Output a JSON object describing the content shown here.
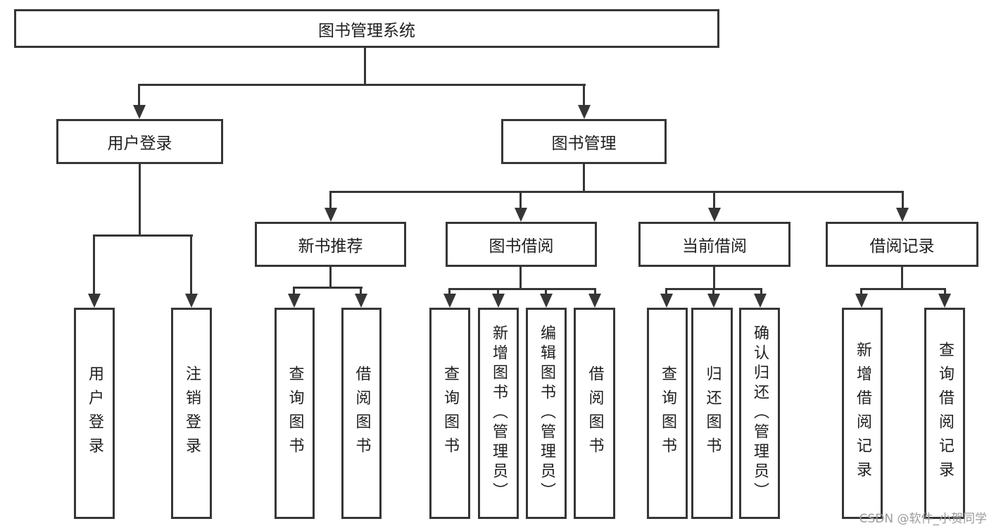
{
  "tree": {
    "label": "图书管理系统",
    "children": [
      {
        "label": "用户登录",
        "children": [
          {
            "label": "用户登录"
          },
          {
            "label": "注销登录"
          }
        ]
      },
      {
        "label": "图书管理",
        "children": [
          {
            "label": "新书推荐",
            "children": [
              {
                "label": "查询图书"
              },
              {
                "label": "借阅图书"
              }
            ]
          },
          {
            "label": "图书借阅",
            "children": [
              {
                "label": "查询图书"
              },
              {
                "label": "新增图书（管理员）"
              },
              {
                "label": "编辑图书（管理员）"
              },
              {
                "label": "借阅图书"
              }
            ]
          },
          {
            "label": "当前借阅",
            "children": [
              {
                "label": "查询图书"
              },
              {
                "label": "归还图书"
              },
              {
                "label": "确认归还（管理员）"
              }
            ]
          },
          {
            "label": "借阅记录",
            "children": [
              {
                "label": "新增借阅记录"
              },
              {
                "label": "查询借阅记录"
              }
            ]
          }
        ]
      }
    ]
  },
  "watermark": {
    "text": "CSDN @软件_小贺同学"
  },
  "colors": {
    "line": "#363636",
    "text": "#1f1f1f",
    "background": "#ffffff",
    "watermark": "#9b9b9b"
  }
}
